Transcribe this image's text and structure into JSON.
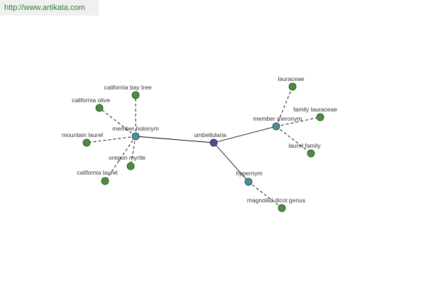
{
  "source_url": "http://www.artikata.com",
  "graph": {
    "nodes": [
      {
        "id": "umbellularia",
        "label": "umbellularia",
        "kind": "root"
      },
      {
        "id": "member-holonym",
        "label": "member holonym",
        "kind": "hub"
      },
      {
        "id": "member-meronym",
        "label": "member meronym",
        "kind": "hub"
      },
      {
        "id": "hypernym",
        "label": "hypernym",
        "kind": "hub"
      },
      {
        "id": "california-bay-tree",
        "label": "california bay tree",
        "kind": "leaf"
      },
      {
        "id": "california-olive",
        "label": "california olive",
        "kind": "leaf"
      },
      {
        "id": "mountain-laurel",
        "label": "mountain laurel",
        "kind": "leaf"
      },
      {
        "id": "oregon-myrtle",
        "label": "oregon myrtle",
        "kind": "leaf"
      },
      {
        "id": "california-laurel",
        "label": "california laurel",
        "kind": "leaf"
      },
      {
        "id": "lauraceae",
        "label": "lauraceae",
        "kind": "leaf"
      },
      {
        "id": "family-lauraceae",
        "label": "family lauraceae",
        "kind": "leaf"
      },
      {
        "id": "laurel-family",
        "label": "laurel family",
        "kind": "leaf"
      },
      {
        "id": "magnoliid-dicot-genus",
        "label": "magnoliid dicot genus",
        "kind": "leaf"
      }
    ],
    "edges": [
      {
        "from": "umbellularia",
        "to": "member-holonym",
        "style": "solid"
      },
      {
        "from": "umbellularia",
        "to": "member-meronym",
        "style": "solid"
      },
      {
        "from": "umbellularia",
        "to": "hypernym",
        "style": "solid"
      },
      {
        "from": "member-holonym",
        "to": "california-bay-tree",
        "style": "dashed"
      },
      {
        "from": "member-holonym",
        "to": "california-olive",
        "style": "dashed"
      },
      {
        "from": "member-holonym",
        "to": "mountain-laurel",
        "style": "dashed"
      },
      {
        "from": "member-holonym",
        "to": "oregon-myrtle",
        "style": "dashed"
      },
      {
        "from": "member-holonym",
        "to": "california-laurel",
        "style": "dashed"
      },
      {
        "from": "member-meronym",
        "to": "lauraceae",
        "style": "dashed"
      },
      {
        "from": "member-meronym",
        "to": "family-lauraceae",
        "style": "dashed"
      },
      {
        "from": "member-meronym",
        "to": "laurel-family",
        "style": "dashed"
      },
      {
        "from": "hypernym",
        "to": "magnoliid-dicot-genus",
        "style": "dashed"
      }
    ]
  },
  "colors": {
    "root": "#4a4f8e",
    "hub": "#4a9098",
    "leaf": "#4a8f3c",
    "url_text": "#2e7d32"
  }
}
